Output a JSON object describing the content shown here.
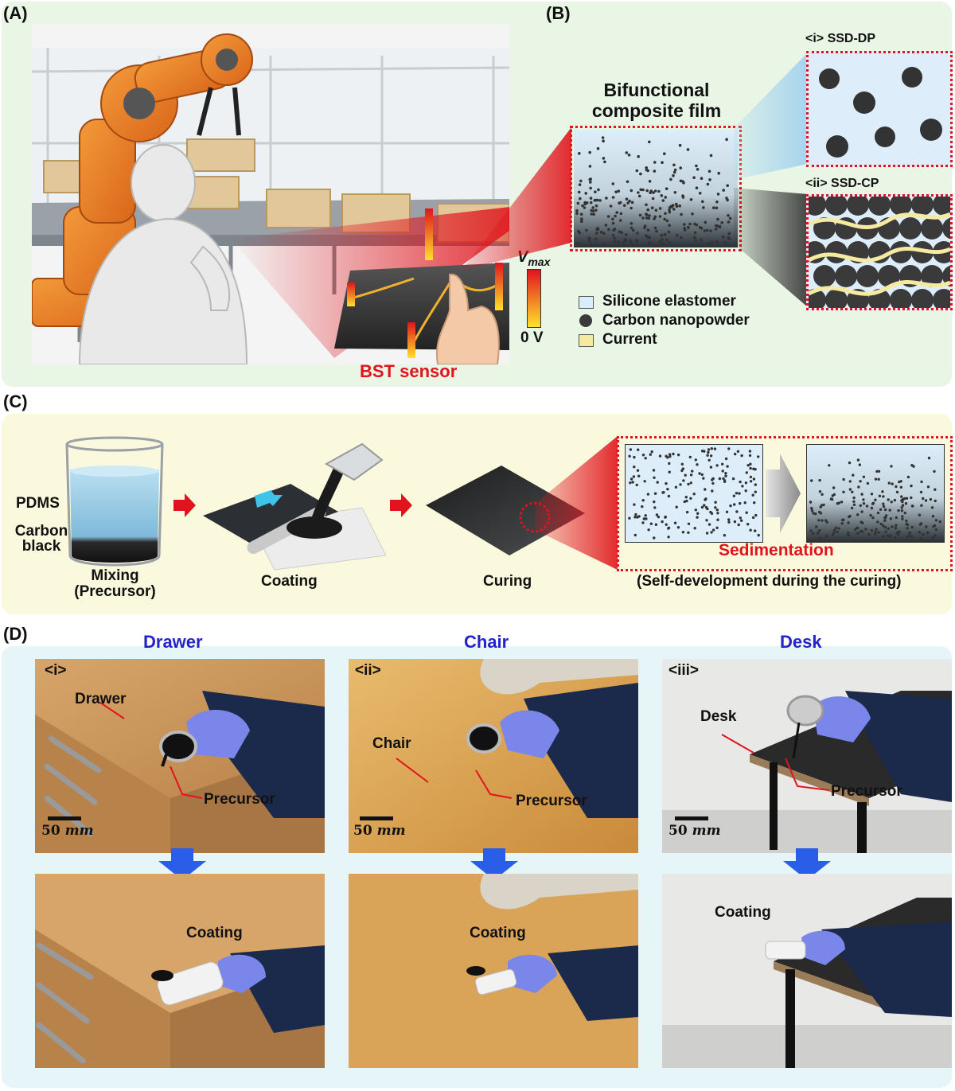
{
  "panels": {
    "A": "(A)",
    "B": "(B)",
    "C": "(C)",
    "D": "(D)"
  },
  "panel_a": {
    "sensor_label": "BST sensor",
    "vmax_label": "V",
    "vmax_sub": "max",
    "zero_label": "0 V"
  },
  "panel_b": {
    "title_line1": "Bifunctional",
    "title_line2": "composite film",
    "inset_i": "<i> SSD-DP",
    "inset_ii": "<ii> SSD-CP",
    "legend": [
      {
        "label": "Silicone  elastomer",
        "color": "#d9eefb",
        "icon": "square-icon"
      },
      {
        "label": "Carbon nanopowder",
        "color": "#3a3a3a",
        "icon": "circle-icon"
      },
      {
        "label": "Current",
        "color": "#f6eaa0",
        "icon": "square-icon"
      }
    ]
  },
  "panel_c": {
    "pdms": "PDMS",
    "carbon_line1": "Carbon",
    "carbon_line2": "black",
    "mixing_line1": "Mixing",
    "mixing_line2": "(Precursor)",
    "coating": "Coating",
    "curing": "Curing",
    "sedimentation": "Sedimentation",
    "self_dev": "(Self-development  during the curing)"
  },
  "panel_d": {
    "columns": [
      {
        "title": "Drawer",
        "tag": "<i>",
        "object_label": "Drawer",
        "precursor": "Precursor",
        "coating": "Coating"
      },
      {
        "title": "Chair",
        "tag": "<ii>",
        "object_label": "Chair",
        "precursor": "Precursor",
        "coating": "Coating"
      },
      {
        "title": "Desk",
        "tag": "<iii>",
        "object_label": "Desk",
        "precursor": "Precursor",
        "coating": "Coating"
      }
    ],
    "scale_value": "50",
    "scale_unit": "mm"
  },
  "colors": {
    "panel_ab_bg": "#e9f6e6",
    "panel_c_bg": "#fbf9dd",
    "panel_d_bg": "#e6f5f7",
    "accent_red": "#e0141c",
    "accent_blue": "#2323c9"
  }
}
